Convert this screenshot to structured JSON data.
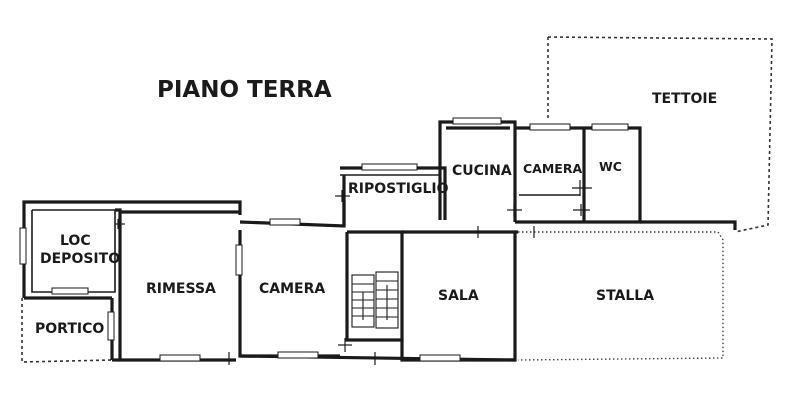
{
  "plan": {
    "title": "PIANO TERRA",
    "rooms": {
      "tettoie": "TETTOIE",
      "cucina": "CUCINA",
      "camera_upper": "CAMERA",
      "wc": "WC",
      "ripostiglio": "RIPOSTIGLIO",
      "loc_deposito_line1": "LOC",
      "loc_deposito_line2": "DEPOSITO",
      "rimessa": "RIMESSA",
      "camera_main": "CAMERA",
      "sala": "SALA",
      "stalla": "STALLA",
      "portico": "PORTICO"
    }
  }
}
